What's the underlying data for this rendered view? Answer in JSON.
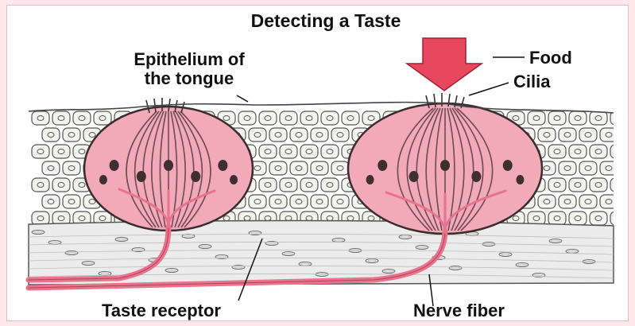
{
  "title": "Detecting a Taste",
  "labels": {
    "epithelium_line1": "Epithelium of",
    "epithelium_line2": "the tongue",
    "food": "Food",
    "cilia": "Cilia",
    "taste_receptor": "Taste receptor",
    "nerve_fiber": "Nerve fiber"
  },
  "colors": {
    "page_border": "#fbe7ec",
    "bud_fill": "#f2aab8",
    "bud_stroke": "#4a3a3d",
    "nerve": "#e7738c",
    "food_arrow": "#e8485f",
    "cell_fill": "#f3f3f0",
    "connective_fill": "#ececec"
  }
}
